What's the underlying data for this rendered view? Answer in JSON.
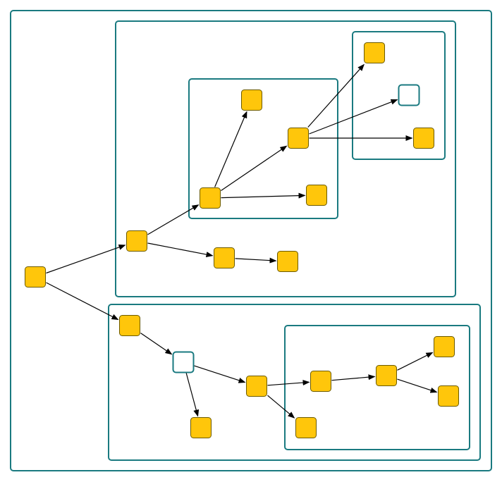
{
  "colors": {
    "group_border": "#1a7a80",
    "node_fill": "#ffc60b",
    "node_stroke": "#6b5a00",
    "hollow_fill": "#ffffff",
    "hollow_stroke": "#1a7a80",
    "edge": "#000000"
  },
  "groups": [
    {
      "id": "g-outer"
    },
    {
      "id": "g-top"
    },
    {
      "id": "g-top-mid"
    },
    {
      "id": "g-top-right"
    },
    {
      "id": "g-bottom"
    },
    {
      "id": "g-bottom-right"
    }
  ],
  "nodes": [
    {
      "id": "root",
      "kind": "filled"
    },
    {
      "id": "t1",
      "kind": "filled"
    },
    {
      "id": "t2",
      "kind": "filled"
    },
    {
      "id": "t3",
      "kind": "filled"
    },
    {
      "id": "t4",
      "kind": "filled"
    },
    {
      "id": "t5",
      "kind": "filled"
    },
    {
      "id": "t6",
      "kind": "filled"
    },
    {
      "id": "t7",
      "kind": "filled"
    },
    {
      "id": "t8",
      "kind": "filled"
    },
    {
      "id": "t9",
      "kind": "hollow"
    },
    {
      "id": "t10",
      "kind": "filled"
    },
    {
      "id": "b1",
      "kind": "filled"
    },
    {
      "id": "b2",
      "kind": "hollow"
    },
    {
      "id": "b3",
      "kind": "filled"
    },
    {
      "id": "b4",
      "kind": "filled"
    },
    {
      "id": "b5",
      "kind": "filled"
    },
    {
      "id": "b6",
      "kind": "filled"
    },
    {
      "id": "b7",
      "kind": "filled"
    },
    {
      "id": "b8",
      "kind": "filled"
    },
    {
      "id": "b9",
      "kind": "filled"
    }
  ],
  "edges": [
    {
      "from": "root",
      "to": "t1"
    },
    {
      "from": "root",
      "to": "b1"
    },
    {
      "from": "t1",
      "to": "t2"
    },
    {
      "from": "t1",
      "to": "t3"
    },
    {
      "from": "t3",
      "to": "t4"
    },
    {
      "from": "t2",
      "to": "t5"
    },
    {
      "from": "t2",
      "to": "t6"
    },
    {
      "from": "t2",
      "to": "t7"
    },
    {
      "from": "t6",
      "to": "t8"
    },
    {
      "from": "t6",
      "to": "t9"
    },
    {
      "from": "t6",
      "to": "t10"
    },
    {
      "from": "b1",
      "to": "b2"
    },
    {
      "from": "b2",
      "to": "b3"
    },
    {
      "from": "b2",
      "to": "b4"
    },
    {
      "from": "b4",
      "to": "b5"
    },
    {
      "from": "b4",
      "to": "b6"
    },
    {
      "from": "b5",
      "to": "b7"
    },
    {
      "from": "b7",
      "to": "b8"
    },
    {
      "from": "b7",
      "to": "b9"
    }
  ]
}
